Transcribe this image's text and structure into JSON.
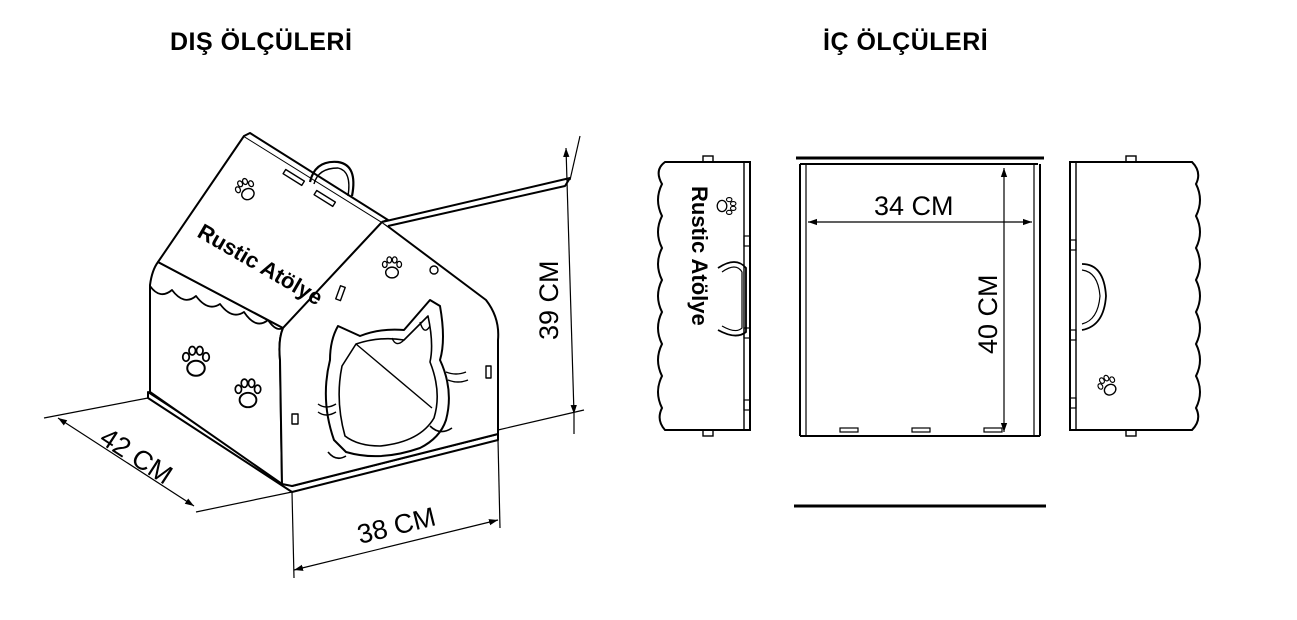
{
  "headings": {
    "outer": "DIŞ ÖLÇÜLERİ",
    "inner": "İÇ ÖLÇÜLERİ"
  },
  "dimensions": {
    "outer_depth": "42 CM",
    "outer_width": "38 CM",
    "outer_height": "39 CM",
    "inner_width": "34 CM",
    "inner_height": "40 CM"
  },
  "brand_text": "Rustic Atölye",
  "colors": {
    "line": "#000000",
    "background": "#ffffff"
  }
}
